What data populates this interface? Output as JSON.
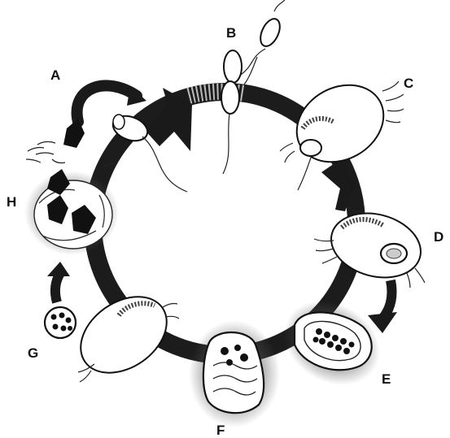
{
  "diagram": {
    "stage_labels": {
      "A": "A",
      "B": "B",
      "C": "C",
      "D": "D",
      "E": "E",
      "F": "F",
      "G": "G",
      "H": "H"
    },
    "colors": {
      "ink": "#111111",
      "ring": "#1c1c1c",
      "stipple": "#555555",
      "paper": "#ffffff"
    },
    "icons": {
      "A": "zoospore-settling-icon",
      "B": "biflagellate-zoospores-icon",
      "C": "host-rotifer-with-attached-spore-icon",
      "D": "infected-rotifer-icon",
      "E": "sporangium-with-spores-icon",
      "F": "developing-sporangium-icon",
      "G": "rotifer-with-resting-cyst-icon",
      "H": "resting-spores-cluster-icon"
    }
  }
}
